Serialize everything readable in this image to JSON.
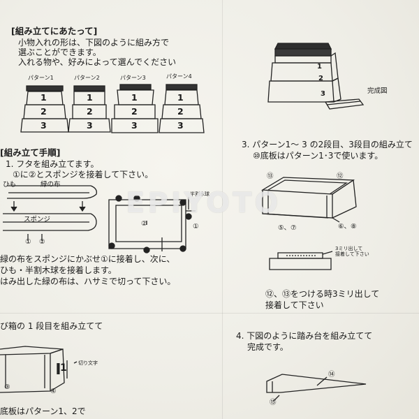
{
  "intro": {
    "heading": "[組み立てにあたって]",
    "lines": [
      "小物入れの形は、下図のように組み方で",
      "選ぶことができます。",
      "入れる物や、好みによって選んでください"
    ]
  },
  "patterns": [
    "パターン1",
    "パターン2",
    "パターン3",
    "パターン4"
  ],
  "step_numbers": [
    "1",
    "2",
    "3"
  ],
  "complete_label": "完成図",
  "procedure": {
    "heading": "[組み立て手順]",
    "step1_title": "1. フタを組み立てます。",
    "step1_sub": "①に②とスポンジを接着して下さい。",
    "himo": "ひも",
    "midori": "緑の布",
    "sponge": "スポンジ",
    "hankatsu": "半割木球",
    "circle1": "①",
    "circle2": "②",
    "step1_notes": [
      "緑の布をスポンジにかぶせ①に接着し、次に、",
      "ひも・半割木球を接着します。",
      "はみ出した緑の布は、ハサミで切って下さい。"
    ],
    "step2_title": "び箱の 1 段目を組み立てて",
    "kiri_moji": "切り文字",
    "box_num": "1",
    "circle3": "③",
    "circle4": "④",
    "bottom_note": "底板はパターン1、2で"
  },
  "step3": {
    "title": "3. パターン1～ 3 の2段目、3段目の組み立て",
    "sub": "⑩底板はパターン1･3で使います。",
    "c13": "⑬",
    "c12": "⑫",
    "c57": "⑤、⑦",
    "c68": "⑥、⑧",
    "note_small": [
      "3ミリ出して",
      "接着して下さい"
    ],
    "note": [
      "⑫、⑬をつける時3ミリ出して",
      "接着して下さい"
    ]
  },
  "step4": {
    "title": "4. 下図のように踏み台を組み立てて",
    "sub": "完成です。",
    "c14": "⑭",
    "c15": "⑮"
  },
  "watermark": "EPIYOTO"
}
